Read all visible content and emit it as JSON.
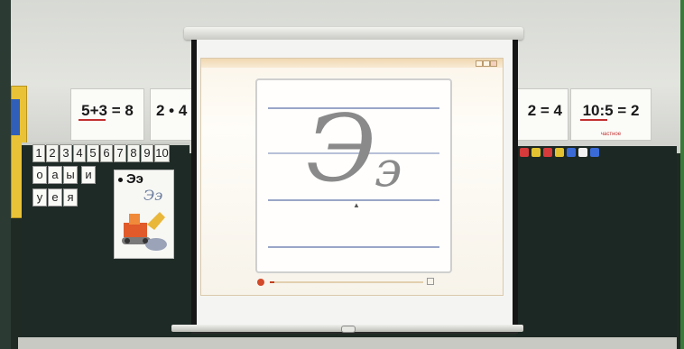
{
  "cards": {
    "sum": {
      "equation": "5+3 = 8"
    },
    "product": {
      "equation": "2 • 4"
    },
    "difference": {
      "equation": "2 = 4"
    },
    "quotient": {
      "equation": "10:5 = 2",
      "foot": "частное"
    }
  },
  "digits": [
    "1",
    "2",
    "3",
    "4",
    "5",
    "6",
    "7",
    "8",
    "9",
    "10"
  ],
  "letters": {
    "row1": [
      "о",
      "а",
      "ы",
      "и"
    ],
    "row2": [
      "у",
      "е",
      "я"
    ]
  },
  "poster": {
    "title": "Ээ",
    "script": "Ээ"
  },
  "projection": {
    "big_letter": "Э",
    "small_letter": "э",
    "progress": 0.03
  },
  "colors": {
    "accent_red": "#c23030",
    "board": "#1e2a26",
    "rule_blue": "#9aa6c8"
  },
  "icons": {
    "cursor": "arrow-cursor-icon",
    "play": "play-icon",
    "close": "close-icon"
  }
}
